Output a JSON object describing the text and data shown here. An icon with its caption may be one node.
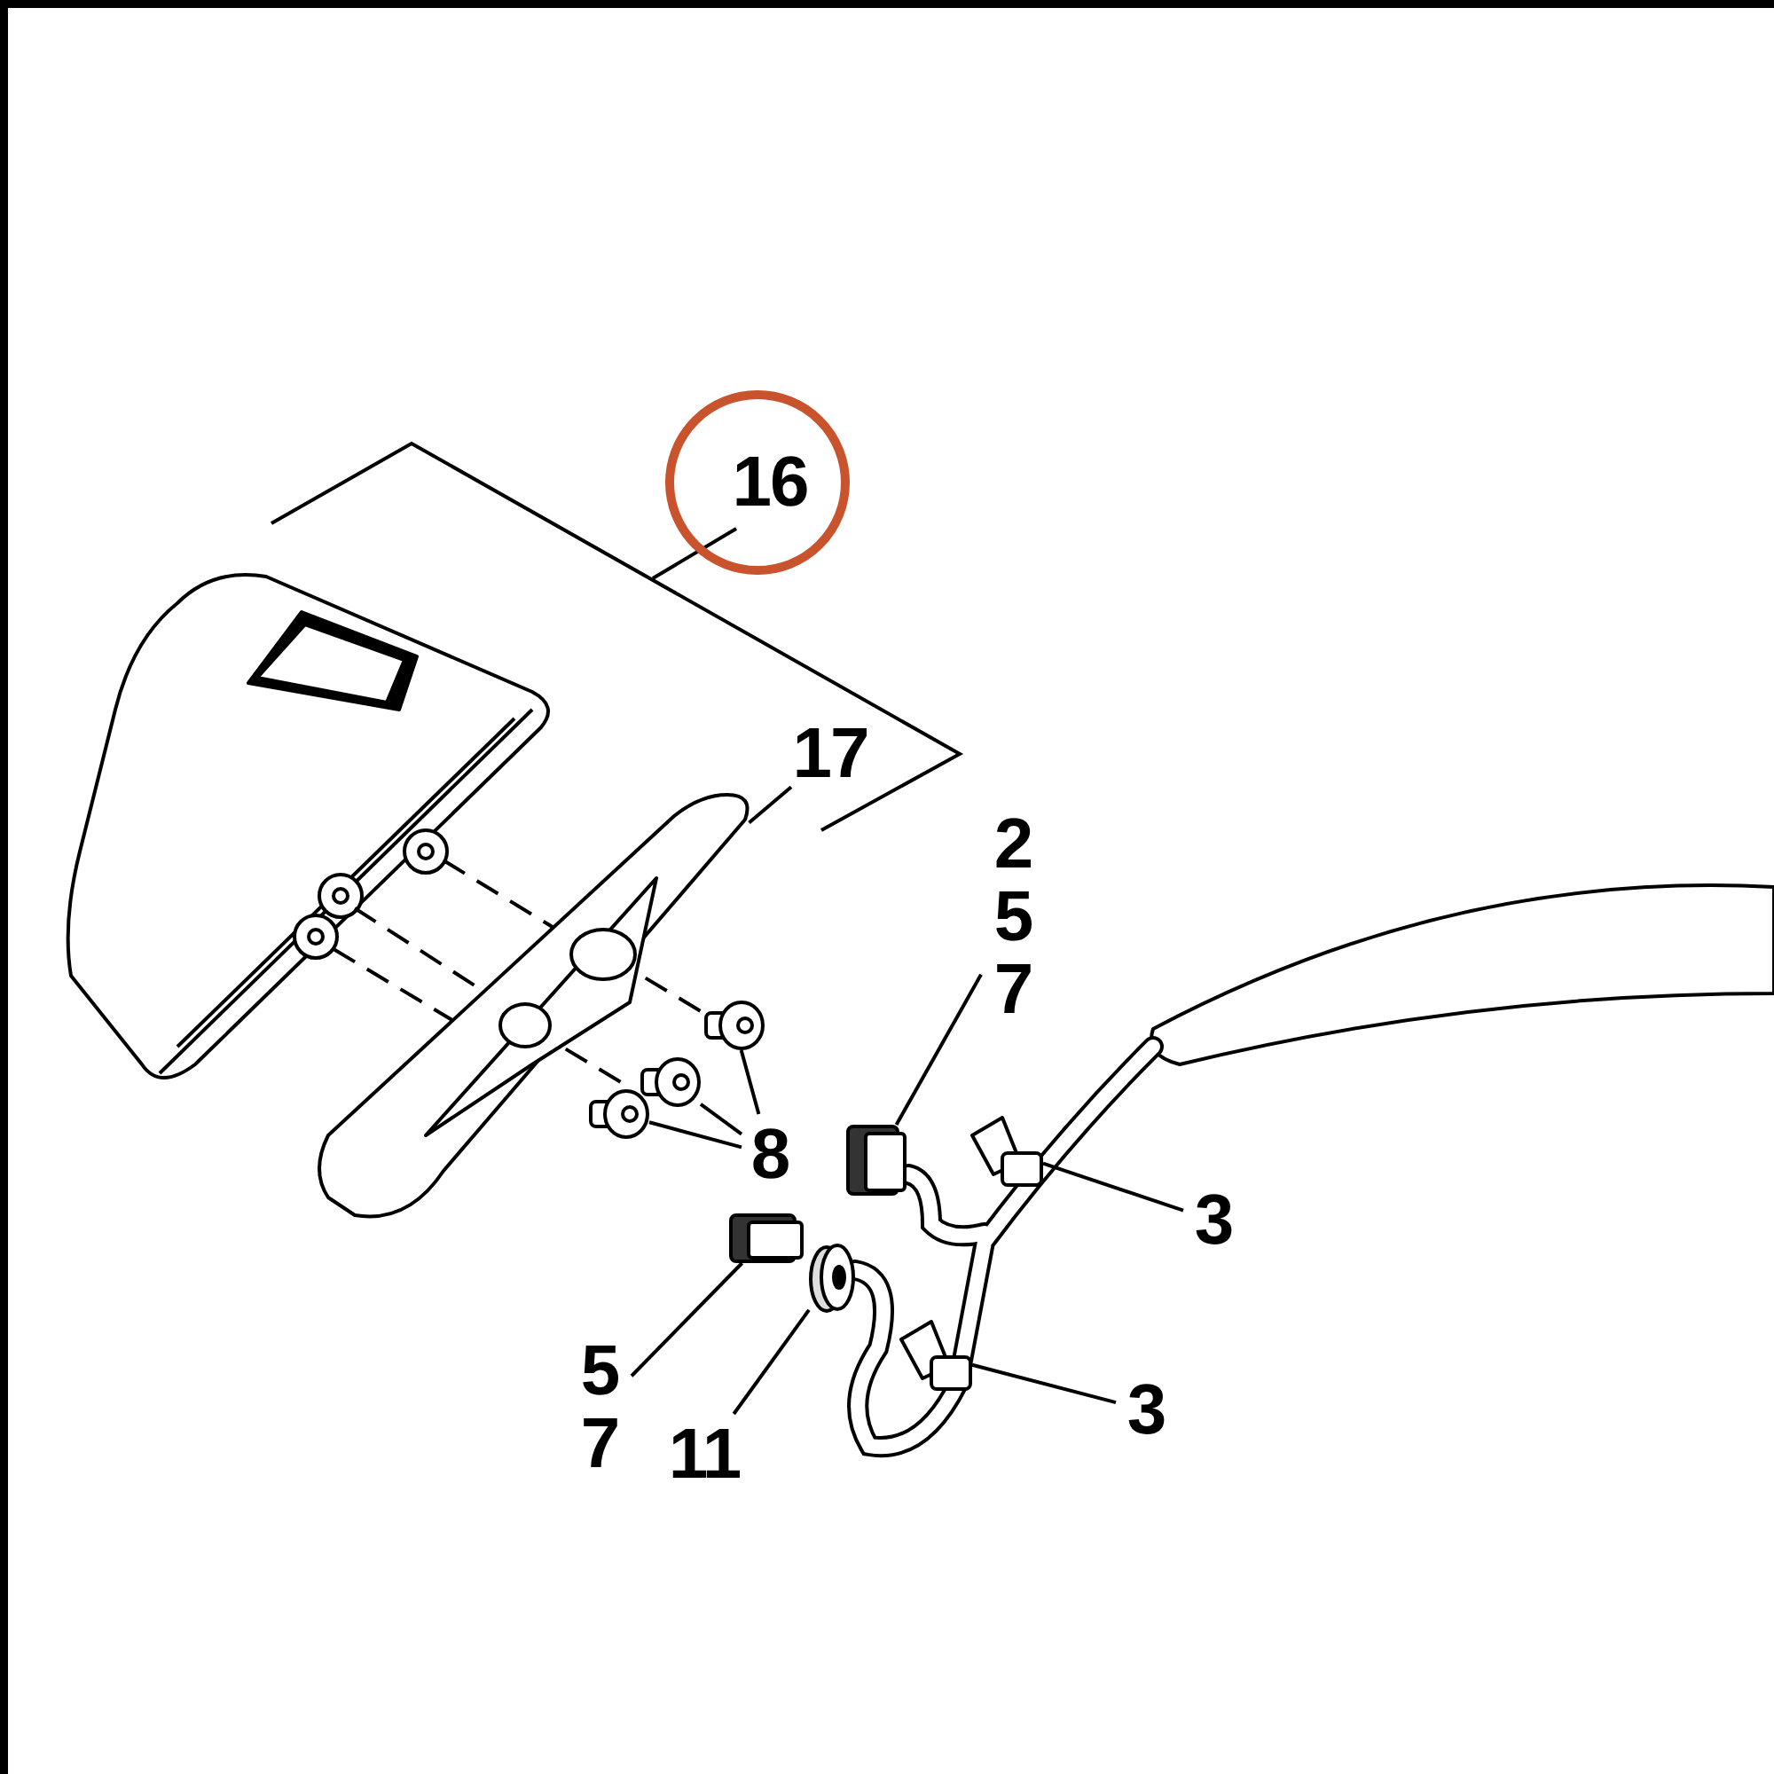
{
  "diagram": {
    "nodes": [
      {
        "text": [
          "16"
        ]
      },
      {
        "text": [
          "17"
        ]
      },
      {
        "text": [
          "2 5 7"
        ]
      },
      {
        "text": [
          "8"
        ]
      },
      {
        "text": [
          "3"
        ]
      },
      {
        "text": [
          "5 7"
        ]
      },
      {
        "text": [
          "11"
        ]
      },
      {
        "text": [
          "3"
        ]
      },
      {
        "text": [],
        "shape": "picture"
      },
      {
        "text": [],
        "shape": "picture"
      },
      {
        "text": [],
        "shape": "picture"
      },
      {
        "text": [],
        "shape": "picture"
      },
      {
        "text": [],
        "shape": "picture"
      },
      {
        "text": [],
        "shape": "picture"
      },
      {
        "text": [],
        "shape": "picture"
      },
      {
        "text": [],
        "shape": "picture"
      },
      {
        "text": [],
        "shape": "picture"
      }
    ],
    "edges": [
      {
        "from": 0,
        "to": null,
        "arrow": "none"
      },
      {
        "from": 1,
        "to": 8,
        "arrow": "none"
      },
      {
        "from": 2,
        "to": 12,
        "arrow": "none"
      },
      {
        "from": 3,
        "to": 11,
        "arrow": "none"
      },
      {
        "from": 3,
        "to": 10,
        "arrow": "none"
      },
      {
        "from": 3,
        "to": 9,
        "arrow": "none"
      },
      {
        "from": 4,
        "to": 15,
        "arrow": "none"
      },
      {
        "from": 5,
        "to": 13,
        "arrow": "none"
      },
      {
        "from": 6,
        "to": 14,
        "arrow": "none"
      },
      {
        "from": 7,
        "to": 16,
        "arrow": "none"
      }
    ]
  }
}
